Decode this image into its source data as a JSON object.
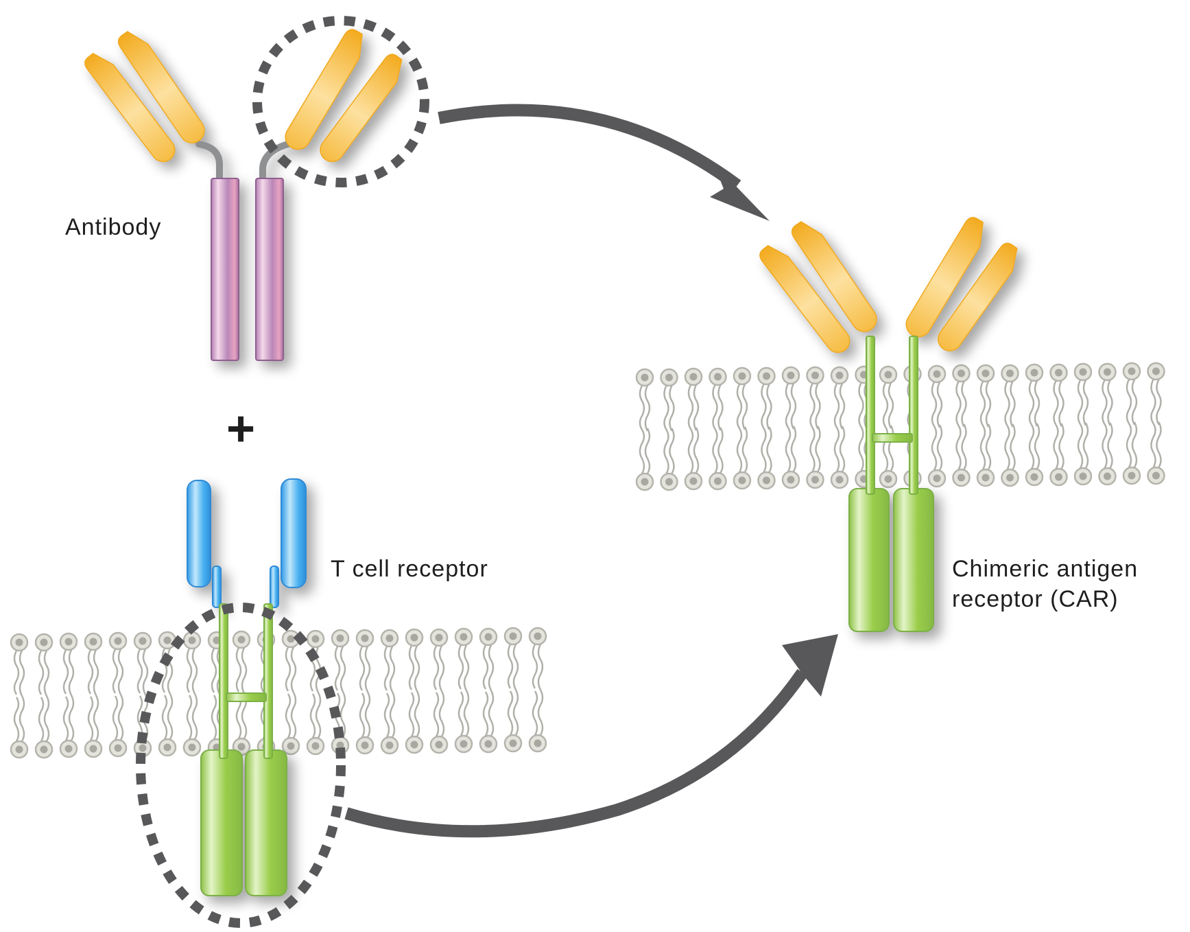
{
  "diagram": {
    "title": "Construction of a chimeric antigen receptor from an antibody and a T cell receptor",
    "labels": {
      "antibody": "Antibody",
      "plus": "+",
      "tcr": "T cell receptor",
      "car_line1": "Chimeric antigen",
      "car_line2": "receptor (CAR)"
    },
    "components": [
      {
        "id": "antibody",
        "parts": [
          "antigen-binding-fragment",
          "antigen-binding-fragment",
          "hinge",
          "heavy-chain-stalk",
          "heavy-chain-stalk"
        ]
      },
      {
        "id": "t-cell-receptor",
        "parts": [
          "extracellular-domain",
          "extracellular-domain",
          "transmembrane-domain",
          "intracellular-signaling-domain",
          "intracellular-signaling-domain"
        ]
      },
      {
        "id": "chimeric-antigen-receptor",
        "parts": [
          "antigen-binding-fragment",
          "antigen-binding-fragment",
          "transmembrane-domain",
          "intracellular-signaling-domain",
          "intracellular-signaling-domain"
        ]
      }
    ],
    "highlights": [
      {
        "target": "antibody-antigen-binding-fragment",
        "style": "dotted-circle"
      },
      {
        "target": "tcr-transmembrane-and-signaling-domain",
        "style": "dotted-ellipse"
      }
    ],
    "arrows": [
      {
        "from": "antibody-antigen-binding-fragment",
        "to": "chimeric-antigen-receptor"
      },
      {
        "from": "tcr-transmembrane-and-signaling-domain",
        "to": "chimeric-antigen-receptor"
      }
    ],
    "membranes": [
      {
        "id": "tcr-membrane",
        "type": "lipid-bilayer"
      },
      {
        "id": "car-membrane",
        "type": "lipid-bilayer"
      }
    ],
    "colors": {
      "fab": "#f5b52e",
      "fab_light": "#fde3a0",
      "antibody_stalk": "#b985b5",
      "antibody_stalk_light": "#f3d2e4",
      "tcr_extracellular": "#3ea8ec",
      "tcr_extracellular_light": "#b8e2fb",
      "signaling": "#93c64a",
      "signaling_light": "#e0f2c4",
      "lipid_head": "#e4e4dc",
      "lipid_core": "#a8a8a0",
      "lipid_tail": "#b0b0aa",
      "arrow": "#58585a",
      "hinge": "#8e9092"
    }
  }
}
